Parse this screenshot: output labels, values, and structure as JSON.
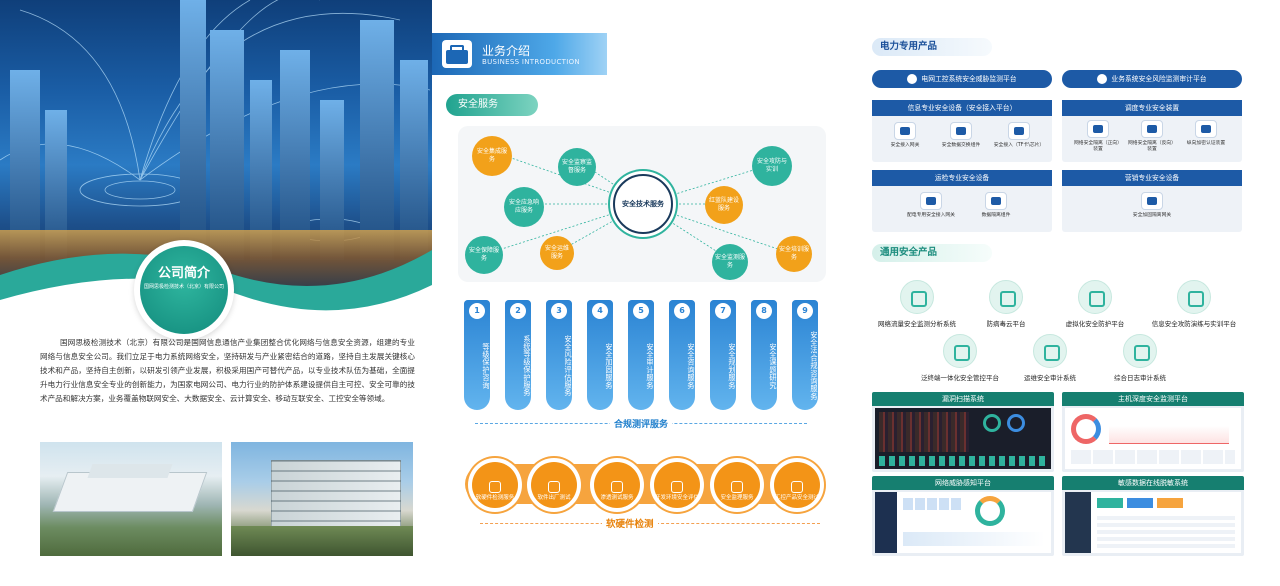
{
  "company": {
    "title": "公司简介",
    "subtitle": "国网思极检测技术（北京）有限公司",
    "intro": "国网思极检测技术（北京）有限公司是国网信息通信产业集团整合优化网络与信息安全资源，组建的专业网络与信息安全公司。我们立足于电力系统网络安全，坚持研发与产业紧密结合的道路，坚持自主发展关键核心技术和产品，坚持自主创新，以研发引领产业发展，积极采用国产可替代产品，以专业技术队伍为基础，全面提升电力行业信息安全专业的创新能力，为国家电网公司、电力行业的防护体系建设提供自主可控、安全可靠的技术产品和解决方案，业务覆盖物联网安全、大数据安全、云计算安全、移动互联安全、工控安全等领域。"
  },
  "business": {
    "title": "业务介绍",
    "subtitle": "BUSINESS INTRODUCTION",
    "security_label": "安全服务",
    "center": "安全技术服务",
    "nodes": [
      {
        "label": "安全集成服务",
        "color": "orange"
      },
      {
        "label": "安全监察监督服务",
        "color": "green"
      },
      {
        "label": "安全应急响应服务",
        "color": "green"
      },
      {
        "label": "安全保障服务",
        "color": "green"
      },
      {
        "label": "安全运维服务",
        "color": "orange"
      },
      {
        "label": "安全攻防与实训",
        "color": "green"
      },
      {
        "label": "红蓝队建设服务",
        "color": "orange"
      },
      {
        "label": "安全监测服务",
        "color": "green"
      },
      {
        "label": "安全培训服务",
        "color": "orange"
      }
    ],
    "compliance": [
      {
        "num": "1",
        "label": "等级保护咨询"
      },
      {
        "num": "2",
        "label": "系统等级保护服务"
      },
      {
        "num": "3",
        "label": "安全风险评估服务"
      },
      {
        "num": "4",
        "label": "安全加固服务"
      },
      {
        "num": "5",
        "label": "安全审计服务"
      },
      {
        "num": "6",
        "label": "安全咨询服务"
      },
      {
        "num": "7",
        "label": "安全规划服务"
      },
      {
        "num": "8",
        "label": "安全课题研究"
      },
      {
        "num": "9",
        "label": "安全法合规咨询服务"
      }
    ],
    "compliance_label": "合规测评服务",
    "hw": [
      {
        "label": "软硬件检测服务"
      },
      {
        "label": "软件出厂测试"
      },
      {
        "label": "渗透测试服务"
      },
      {
        "label": "开发环境安全评估"
      },
      {
        "label": "安全监理服务"
      },
      {
        "label": "工控产品安全测试"
      }
    ],
    "hw_label": "软硬件检测"
  },
  "products": {
    "power_title": "电力专用产品",
    "platform1": "电网工控系统安全威胁监测平台",
    "platform2": "业务系统安全风险监测审计平台",
    "info_card": {
      "title": "信息专业安全设备（安全接入平台）",
      "items": [
        "安全接入网关",
        "安全数据交换组件",
        "安全接入（TF卡\\芯片）"
      ]
    },
    "dispatch_card": {
      "title": "调度专业安全装置",
      "items": [
        "网络安全隔离（正向）装置",
        "网络安全隔离（反向）装置",
        "纵向加密认证装置"
      ]
    },
    "ops_card": {
      "title": "运检专业安全设备",
      "items": [
        "配电专用安全接入网关",
        "数据隔离组件"
      ]
    },
    "market_card": {
      "title": "营销专业安全设备",
      "items": [
        "安全加固隔离网关"
      ]
    },
    "general_title": "通用安全产品",
    "general": [
      {
        "label": "网络流量安全监测分析系统"
      },
      {
        "label": "防病毒云平台"
      },
      {
        "label": "虚拟化安全防护平台"
      },
      {
        "label": "信息安全攻防演练与实训平台"
      },
      {
        "label": "泛终端一体化安全管控平台"
      },
      {
        "label": "运维安全审计系统"
      },
      {
        "label": "综合日志审计系统"
      }
    ],
    "shots": [
      "漏洞扫描系统",
      "主机深度安全监测平台",
      "网络威胁感知平台",
      "敏感数据在线脱敏系统"
    ]
  }
}
